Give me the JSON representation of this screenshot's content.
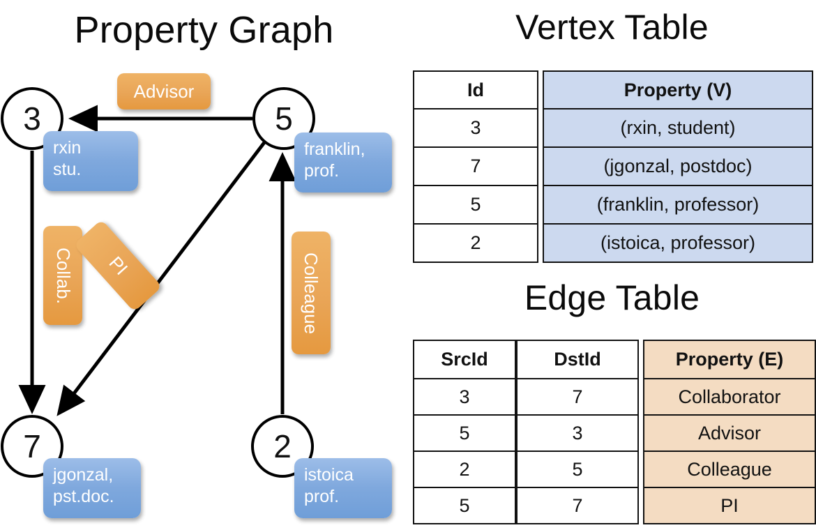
{
  "titles": {
    "property_graph": "Property Graph",
    "vertex_table": "Vertex Table",
    "edge_table": "Edge Table"
  },
  "colors": {
    "vertex_header_fill": "#ccd9ef",
    "edge_header_fill": "#f4dcc2",
    "node_stroke": "#000000",
    "property_box_blue": "#7fa8dd",
    "edge_label_orange": "#e9a557",
    "background": "#ffffff"
  },
  "graph": {
    "nodes": [
      {
        "id": "3",
        "property": "rxin\nstu.",
        "property_line1": "rxin",
        "property_line2": "stu."
      },
      {
        "id": "5",
        "property": "franklin,\nprof.",
        "property_line1": "franklin,",
        "property_line2": "prof."
      },
      {
        "id": "7",
        "property": "jgonzal,\npst.doc.",
        "property_line1": "jgonzal,",
        "property_line2": "pst.doc."
      },
      {
        "id": "2",
        "property": "istoica\nprof.",
        "property_line1": "istoica",
        "property_line2": "prof."
      }
    ],
    "edge_labels": [
      {
        "name": "advisor",
        "label": "Advisor",
        "from": "5",
        "to": "3"
      },
      {
        "name": "collab",
        "label": "Collab.",
        "from": "3",
        "to": "7"
      },
      {
        "name": "pi",
        "label": "PI",
        "from": "5",
        "to": "7"
      },
      {
        "name": "colleague",
        "label": "Colleague",
        "from": "2",
        "to": "5"
      }
    ]
  },
  "vertex_table": {
    "headers": [
      "Id",
      "Property (V)"
    ],
    "rows": [
      {
        "id": "3",
        "property": "(rxin, student)"
      },
      {
        "id": "7",
        "property": "(jgonzal, postdoc)"
      },
      {
        "id": "5",
        "property": "(franklin, professor)"
      },
      {
        "id": "2",
        "property": "(istoica, professor)"
      }
    ]
  },
  "edge_table": {
    "headers": [
      "SrcId",
      "DstId",
      "Property (E)"
    ],
    "rows": [
      {
        "src": "3",
        "dst": "7",
        "property": "Collaborator"
      },
      {
        "src": "5",
        "dst": "3",
        "property": "Advisor"
      },
      {
        "src": "2",
        "dst": "5",
        "property": "Colleague"
      },
      {
        "src": "5",
        "dst": "7",
        "property": "PI"
      }
    ]
  }
}
